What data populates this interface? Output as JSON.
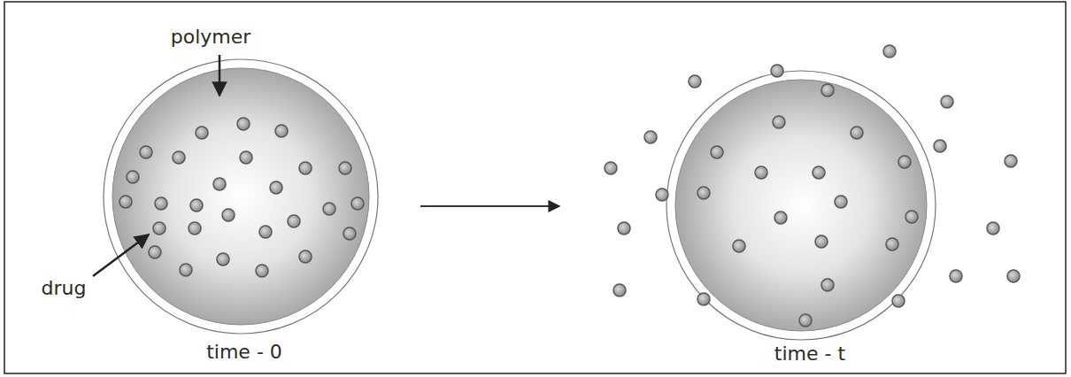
{
  "diagram": {
    "labels": [
      "polymer",
      "drug",
      "time - 0",
      "time - t"
    ]
  }
}
